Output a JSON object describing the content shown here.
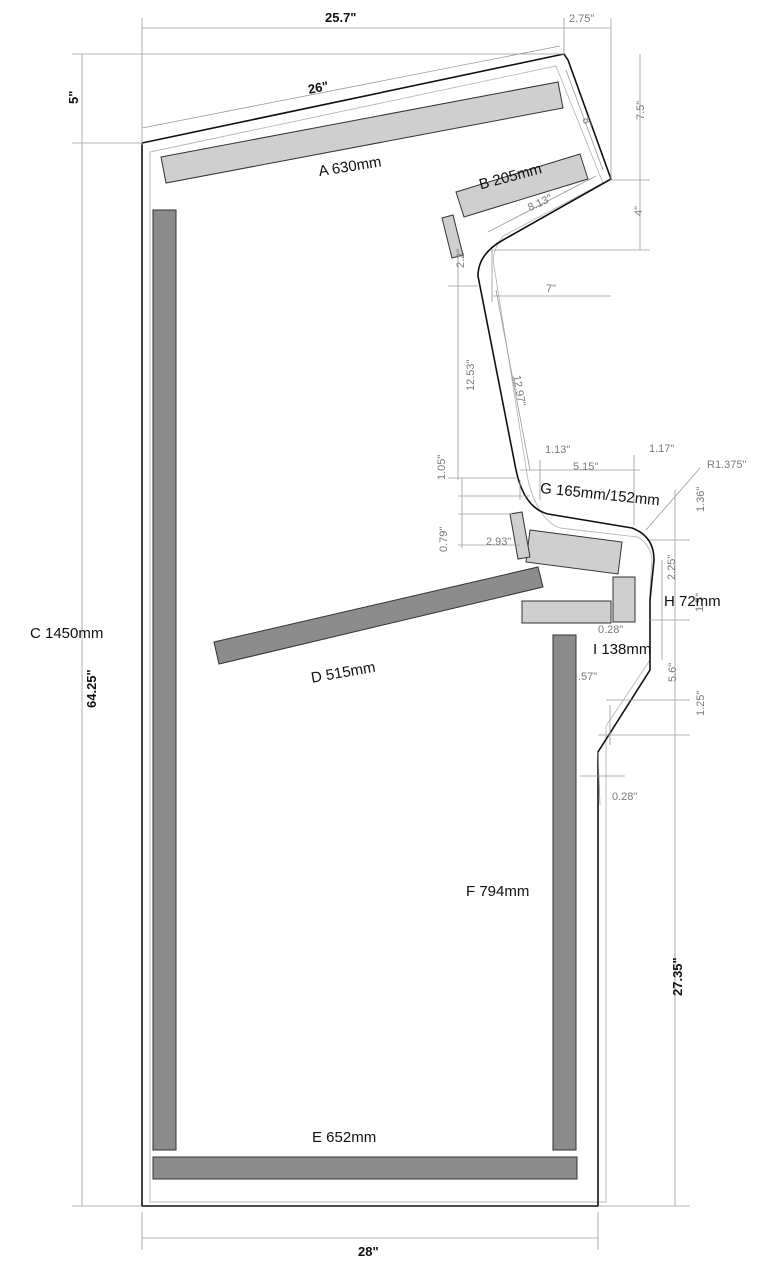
{
  "diagram": {
    "panels": [
      {
        "id": "A",
        "label": "A 630mm"
      },
      {
        "id": "B",
        "label": "B 205mm"
      },
      {
        "id": "C",
        "label": "C 1450mm"
      },
      {
        "id": "D",
        "label": "D 515mm"
      },
      {
        "id": "E",
        "label": "E 652mm"
      },
      {
        "id": "F",
        "label": "F 794mm"
      },
      {
        "id": "G",
        "label": "G 165mm/152mm"
      },
      {
        "id": "H",
        "label": "H 72mm"
      },
      {
        "id": "I",
        "label": "I 138mm"
      }
    ],
    "dimensions": {
      "top_width": "25.7\"",
      "top_offset": "2.75\"",
      "roof_length": "26\"",
      "roof_rise": "5\"",
      "total_height": "64.25\"",
      "bezel_slant": "8\"",
      "upper_height": "7.5\"",
      "upper_gap": "4\"",
      "bezel_inner": "8.13\"",
      "marquee_depth": "7\"",
      "small_2_2": "2.2\"",
      "screen_vertical": "12.53\"",
      "screen_slant": "12.97\"",
      "step_1_13": "1.13\"",
      "step_1_17": "1.17\"",
      "radius": "R1.375\"",
      "panel_width": "5.15\"",
      "small_1_05": "1.05\"",
      "small_0_79": "0.79\"",
      "small_2_93": "2.93\"",
      "small_1_36": "1.36\"",
      "small_2_25": "2.25\"",
      "small_1_5": "1.5\"",
      "small_0_28a": "0.28\"",
      "small_0_57": ".57\"",
      "small_5_6": "5.6\"",
      "small_1_25": "1.25\"",
      "small_0_28b": "0.28\"",
      "lower_height": "27.35\"",
      "base_width": "28\""
    }
  }
}
